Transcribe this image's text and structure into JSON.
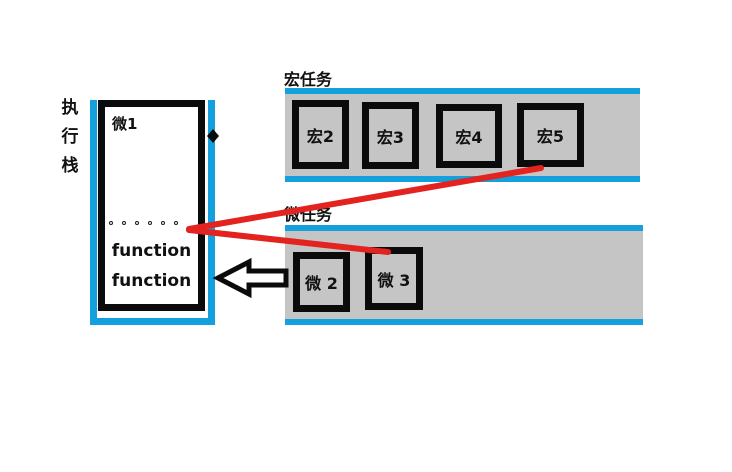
{
  "diagram_title": "JS event loop: execution stack with macro/micro task queues",
  "execution_stack": {
    "label": "执行栈",
    "current_item": "微1",
    "dots_count": 6,
    "frames": [
      "function",
      "function"
    ]
  },
  "macro_queue": {
    "label": "宏任务",
    "items": [
      "宏2",
      "宏3",
      "宏4",
      "宏5"
    ]
  },
  "micro_queue": {
    "label": "微任务",
    "items": [
      "微 2",
      "微 3"
    ]
  },
  "connections": [
    {
      "from": "宏5",
      "to": "执行栈",
      "style": "red-line"
    },
    {
      "from": "微 3",
      "to": "执行栈",
      "style": "red-line"
    },
    {
      "from": "micro-queue",
      "to": "执行栈",
      "style": "hollow-black-arrow"
    }
  ],
  "colors": {
    "band_blue": "#14a0dc",
    "band_gray": "#c5c5c5",
    "arrow_red": "#e2231f",
    "ink": "#0b0b0b"
  }
}
